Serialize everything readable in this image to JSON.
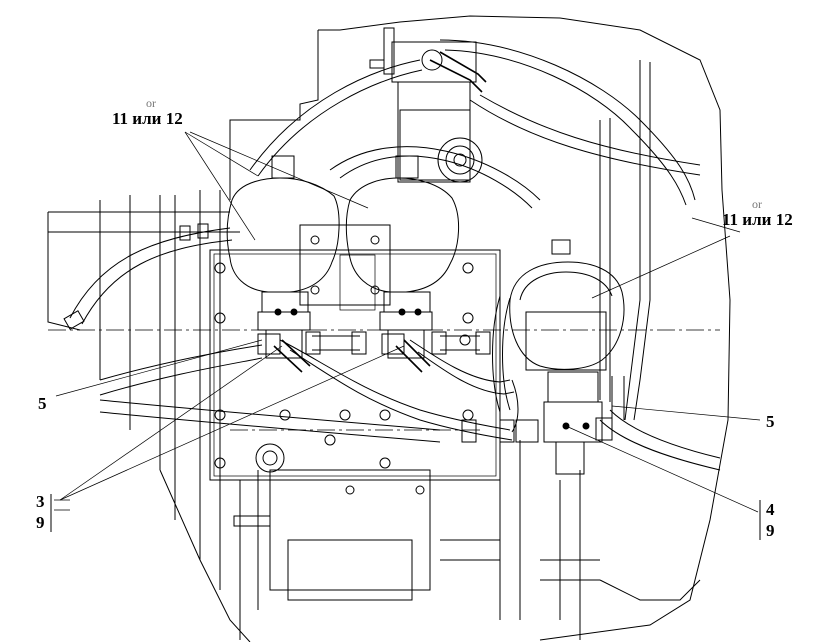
{
  "callouts": {
    "top_left": {
      "alt": "or",
      "text": "11 или 12"
    },
    "right_upper": {
      "alt": "or",
      "text": "11 или 12"
    },
    "left_five": "5",
    "right_five": "5",
    "bottom_left_stack": [
      "3",
      "9"
    ],
    "bottom_right_stack": [
      "4",
      "9"
    ]
  }
}
